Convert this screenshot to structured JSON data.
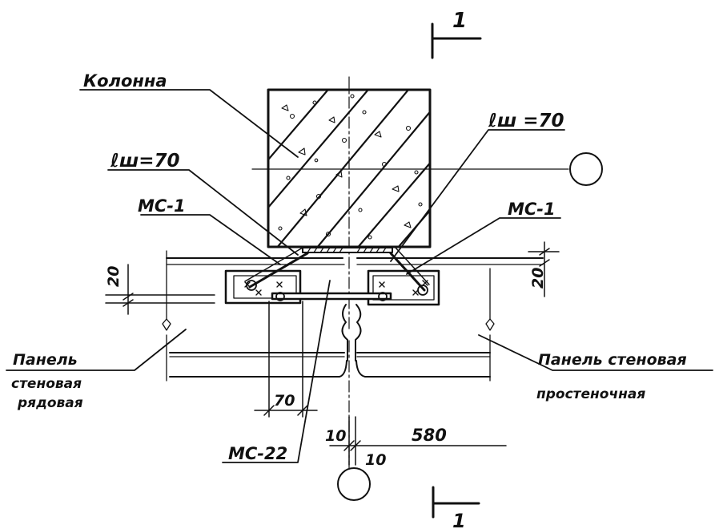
{
  "section_mark": {
    "number": "1"
  },
  "labels": {
    "column": "Колонна",
    "weld_left": "ℓш=70",
    "weld_right": "ℓш =70",
    "mc1_left": "МС-1",
    "mc1_right": "МС-1",
    "panel_left_1": "Панель",
    "panel_left_2": "стеновая",
    "panel_left_3": "рядовая",
    "panel_right_1": "Панель стеновая",
    "panel_right_2": "простеночная",
    "mc22": "МС-22"
  },
  "dimensions": {
    "d20_left": "20",
    "d20_right": "20",
    "d70": "70",
    "d10_left": "10",
    "d10_right": "10",
    "d580": "580"
  },
  "colors": {
    "ink": "#111111",
    "background": "#ffffff"
  }
}
